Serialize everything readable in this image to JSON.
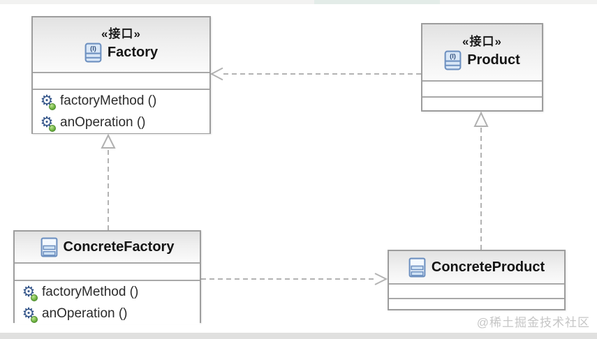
{
  "watermark": "@稀土掘金技术社区",
  "icons": {
    "interface_label": "(I)"
  },
  "colors": {
    "box_border": "#9d9d9d",
    "compartment_divider": "#a8a8a8",
    "header_gradient_top": "#e2e2e2",
    "connector_gray": "#b3b3b3",
    "name_text": "#141414",
    "method_text": "#2b2b2b",
    "icon_blue_stroke": "#6d90c0",
    "icon_blue_fill": "#d9e7f7",
    "gear_blue": "#35568a",
    "ball_green": "#6db33f",
    "watermark_gray": "#c6c6c6"
  },
  "classes": [
    {
      "stereotype": "«接口»",
      "name": "Factory",
      "kind": "interface",
      "methods": [
        "factoryMethod ()",
        "anOperation ()"
      ]
    },
    {
      "stereotype": "«接口»",
      "name": "Product",
      "kind": "interface",
      "methods": []
    },
    {
      "stereotype": "",
      "name": "ConcreteFactory",
      "kind": "class",
      "methods": [
        "factoryMethod ()",
        "anOperation ()"
      ]
    },
    {
      "stereotype": "",
      "name": "ConcreteProduct",
      "kind": "class",
      "methods": []
    }
  ],
  "relations": [
    {
      "type": "realization",
      "from": "ConcreteFactory",
      "to": "Factory"
    },
    {
      "type": "realization",
      "from": "ConcreteProduct",
      "to": "Product"
    },
    {
      "type": "dependency",
      "from": "Product",
      "to": "Factory"
    },
    {
      "type": "dependency",
      "from": "ConcreteFactory",
      "to": "ConcreteProduct"
    }
  ]
}
